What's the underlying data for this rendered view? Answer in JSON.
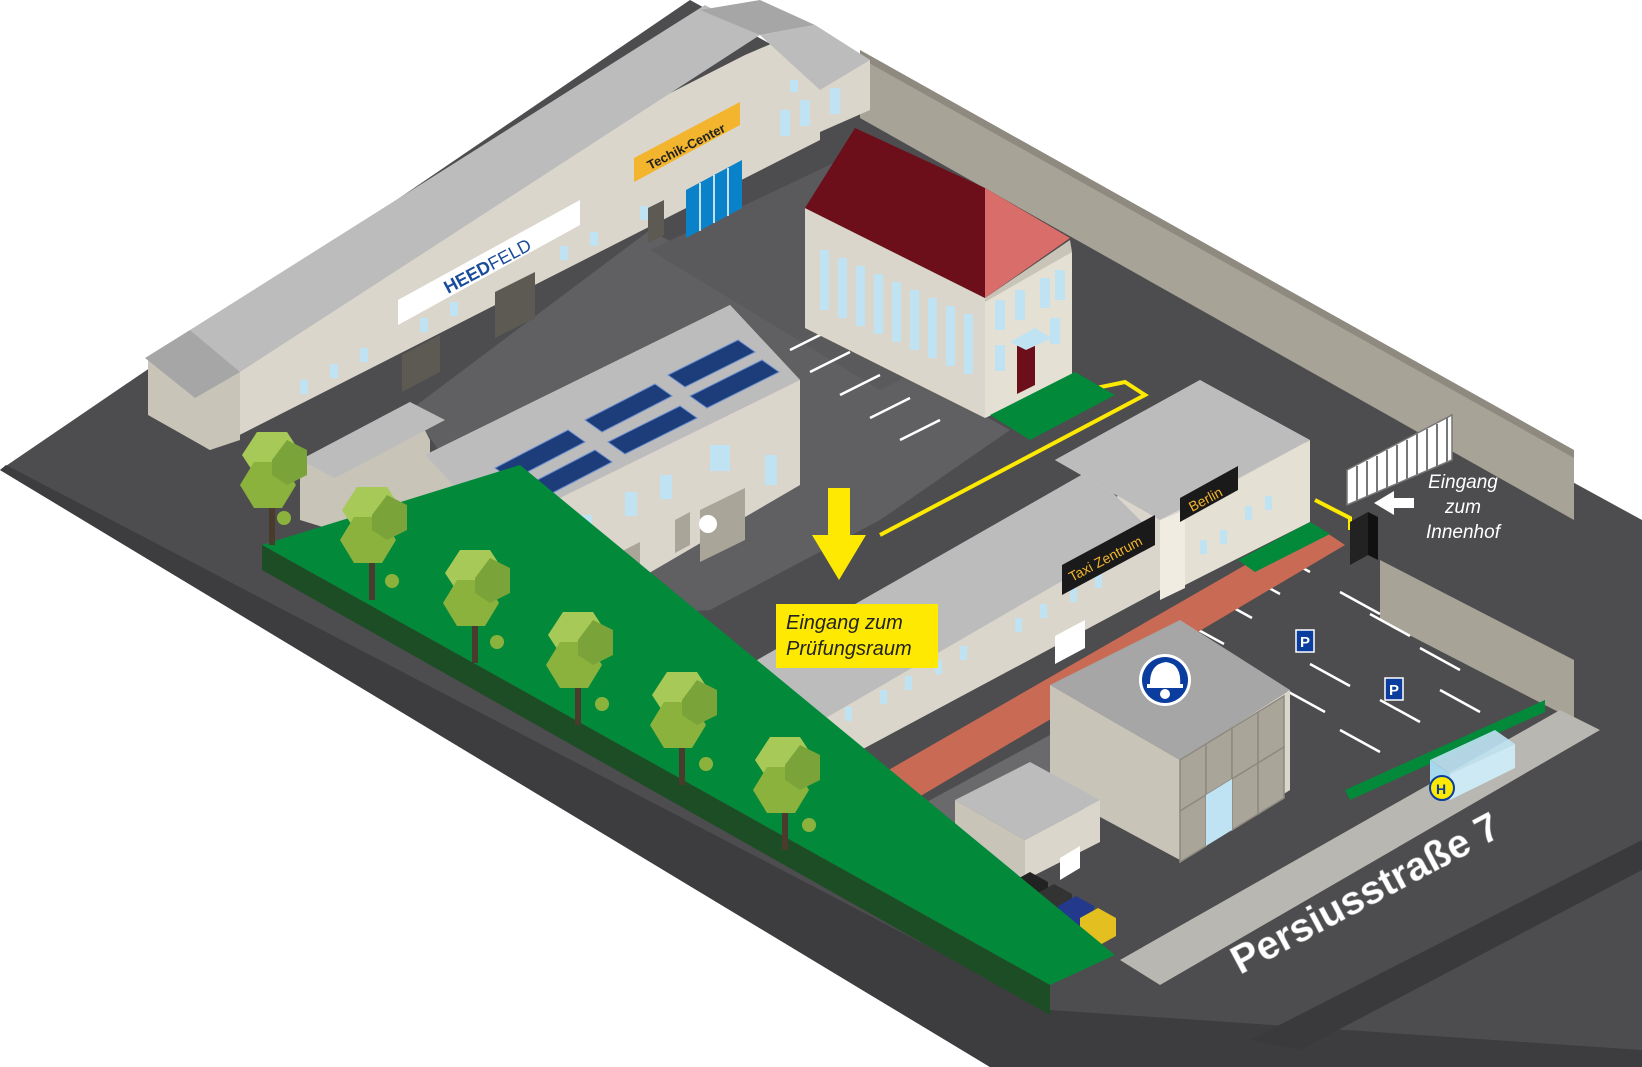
{
  "signs": {
    "heedfeld_bold": "HEED",
    "heedfeld_light": "FELD",
    "techik_center": "Techik-Center",
    "taxi_zentrum": "Taxi Zentrum",
    "berlin": "Berlin",
    "parking": "P",
    "bus_stop": "H"
  },
  "labels": {
    "exam_entrance_line1": "Eingang zum",
    "exam_entrance_line2": "Prüfungsraum",
    "courtyard_line1": "Eingang",
    "courtyard_line2": "zum",
    "courtyard_line3": "Innenhof"
  },
  "street": {
    "name": "Persiusstraße 7"
  },
  "colors": {
    "asphalt": "#4d4d4f",
    "building_wall": "#dad6cb",
    "roof": "#bdbcbd",
    "lawn": "#02893a",
    "red_roof": "#6c0f1a",
    "highlight_yellow": "#fde901",
    "sign_gold": "#f3b52d",
    "safety_blue": "#0a3d9e"
  },
  "icons": {
    "exam_arrow": "arrow-down-icon",
    "courtyard_arrow": "arrow-left-icon",
    "helmet": "safety-helmet-icon",
    "parking": "parking-sign-icon",
    "bus_stop": "bus-stop-icon",
    "tree": "tree-icon",
    "solar_panel": "solar-panel-icon"
  }
}
